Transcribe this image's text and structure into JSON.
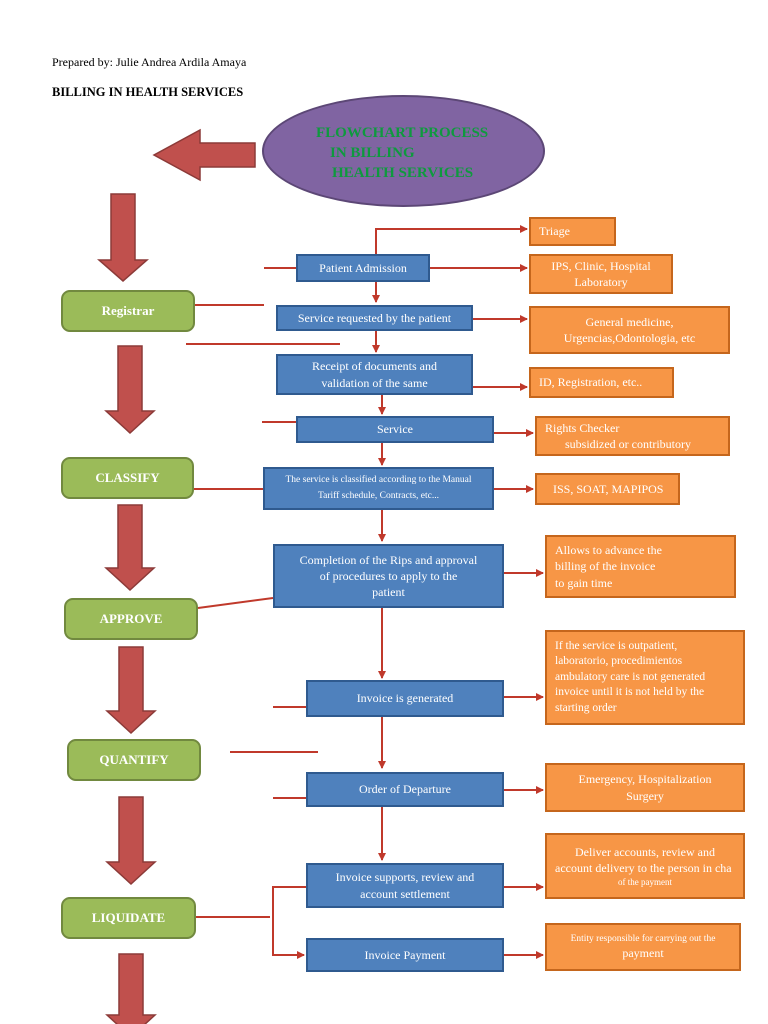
{
  "header": {
    "prepared_by": "Prepared by: Julie Andrea Ardila Amaya",
    "title": "BILLING IN HEALTH SERVICES"
  },
  "ellipse": {
    "line1": "FLOWCHART PROCESS",
    "line2": "IN BILLING",
    "line3": "HEALTH SERVICES"
  },
  "stages": {
    "registrar": "Registrar",
    "classify": "CLASSIFY",
    "approve": "APPROVE",
    "quantify": "QUANTIFY",
    "liquidate": "LIQUIDATE"
  },
  "steps": {
    "patient_admission": "Patient Admission",
    "service_requested": "Service requested by the patient",
    "receipt_line1": "Receipt of documents and",
    "receipt_line2": "validation of the same",
    "service": "Service",
    "classified_line1": "The service is classified according to the Manual",
    "classified_line2": "Tariff schedule, Contracts, etc...",
    "rips_line1": "Completion of the Rips and approval",
    "rips_line2": "of procedures to apply to the",
    "rips_line3": "patient",
    "invoice_generated": "Invoice is generated",
    "order_departure": "Order of Departure",
    "supports_line1": "Invoice supports, review and",
    "supports_line2": "account settlement",
    "invoice_payment": "Invoice Payment"
  },
  "notes": {
    "triage": "Triage",
    "ips_line1": "IPS, Clinic, Hospital",
    "ips_line2": "Laboratory",
    "general_line1": "General medicine,",
    "general_line2": "Urgencias,Odontologia, etc",
    "id_registration": "ID, Registration, etc..",
    "rights_line1": "Rights Checker",
    "rights_line2": "subsidized or contributory",
    "iss": "ISS, SOAT, MAPIPOS",
    "allows_line1": "Allows to advance the",
    "allows_line2": "billing of the invoice",
    "allows_line3": "to gain time",
    "outpatient_line1": "If the service is outpatient,",
    "outpatient_line2": "laboratorio, procedimientos",
    "outpatient_line3": "ambulatory care is not generated",
    "outpatient_line4": "invoice until it is not held by the",
    "outpatient_line5": "starting order",
    "emergency_line1": "Emergency, Hospitalization",
    "emergency_line2": "Surgery",
    "deliver_line1": "Deliver accounts, review and",
    "deliver_line2": "account delivery to the person in cha",
    "deliver_line3": "of the payment",
    "entity_line1": "Entity responsible for carrying out the",
    "entity_line2": "payment"
  },
  "colors": {
    "step_fill": "#4f81bd",
    "note_fill": "#f79646",
    "stage_fill": "#9bbb59",
    "ellipse_fill": "#8064a2",
    "ellipse_text": "#0e9a3e",
    "arrow_fill": "#c0504d",
    "connector": "#c0392b"
  }
}
